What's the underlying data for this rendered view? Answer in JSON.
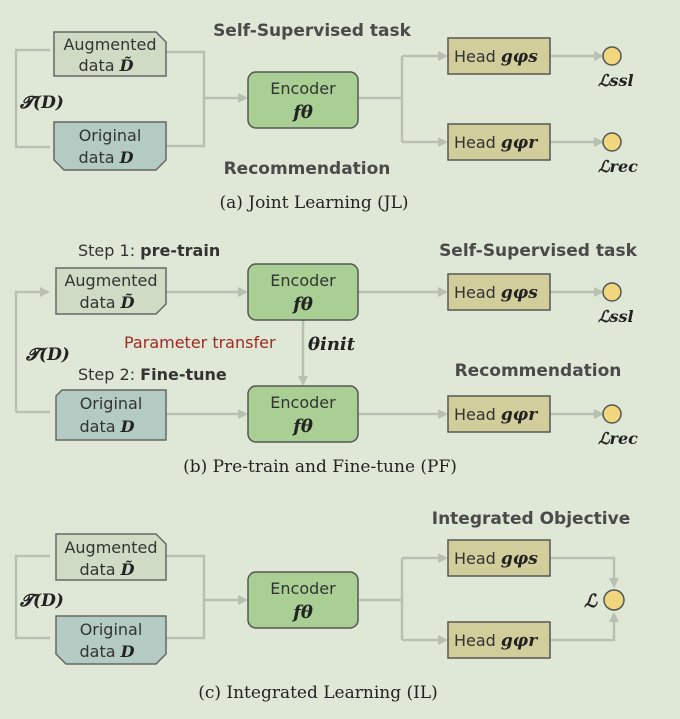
{
  "section_a": {
    "top_label": "Self-Supervised task",
    "bottom_label": "Recommendation",
    "caption": "(a)  Joint Learning (JL)"
  },
  "section_b": {
    "step1_prefix": "Step 1: ",
    "step1_bold": "pre-train",
    "step2_prefix": "Step 2: ",
    "step2_bold": "Fine-tune",
    "top_label": "Self-Supervised task",
    "bottom_label": "Recommendation",
    "transfer_label": "Parameter transfer",
    "theta_init": "θinit",
    "caption": "(b)  Pre-train and Fine-tune (PF)"
  },
  "section_c": {
    "objective_label": "Integrated Objective",
    "loss_symbol": "ℒ",
    "caption": "(c)  Integrated Learning (IL)"
  },
  "common": {
    "augmented_line1": "Augmented",
    "augmented_line2": "data ",
    "augmented_symbol": "D̃",
    "original_line1": "Original",
    "original_line2": "data ",
    "original_symbol": "D",
    "transform": "𝓣(D)",
    "encoder_title": "Encoder",
    "encoder_symbol": "fθ",
    "head_label": "Head ",
    "head_ssl_symbol": "gφs",
    "head_rec_symbol": "gφr",
    "loss_ssl": "ℒssl",
    "loss_rec": "ℒrec"
  },
  "colors": {
    "background": "#dfe8d6",
    "augmented_fill": "#cfdbc4",
    "original_fill": "#b3cbc2",
    "encoder_fill": "#a9cf94",
    "head_fill": "#d1ce9c",
    "loss_node": "#f0d77e",
    "arrow": "#b9c0b3",
    "transfer_text": "#a02a22"
  }
}
